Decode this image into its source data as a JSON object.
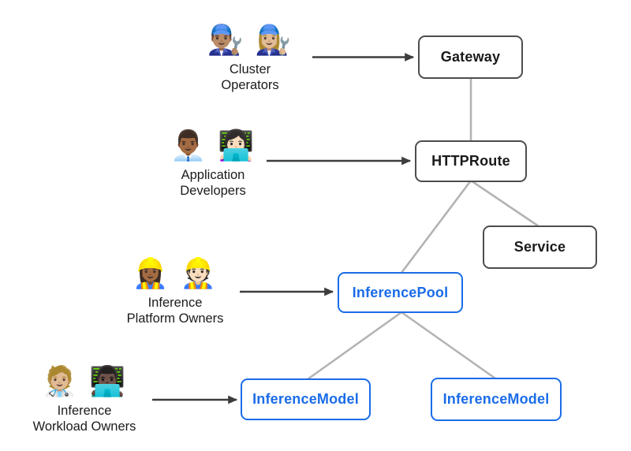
{
  "colors": {
    "accent_blue": "#1a6ce8",
    "node_border_dark": "#4d4d4d",
    "node_text_dark": "#1a1a1a",
    "connector_gray": "#b3b3b3",
    "arrow_black": "#3d3d3d",
    "persona_text": "#1b1b1b",
    "background": "#ffffff"
  },
  "personas": [
    {
      "id": "cluster-operators",
      "emoji": "👨🏽‍🔧 👩🏼‍🔧",
      "lines": [
        "Cluster",
        "Operators"
      ]
    },
    {
      "id": "application-developers",
      "emoji": "👨🏾‍💼 👩🏻‍💻",
      "lines": [
        "Application",
        "Developers"
      ]
    },
    {
      "id": "inference-platform-owners",
      "emoji": "👷🏾‍♀️ 👷🏻",
      "lines": [
        "Inference",
        "Platform Owners"
      ]
    },
    {
      "id": "inference-workload-owners",
      "emoji": "🧑🏼‍⚕️ 👨🏿‍💻",
      "lines": [
        "Inference",
        "Workload Owners"
      ]
    }
  ],
  "nodes": [
    {
      "id": "gateway",
      "label": "Gateway",
      "style": "dark"
    },
    {
      "id": "httproute",
      "label": "HTTPRoute",
      "style": "dark"
    },
    {
      "id": "service",
      "label": "Service",
      "style": "dark"
    },
    {
      "id": "inferencepool",
      "label": "InferencePool",
      "style": "blue"
    },
    {
      "id": "inferencemodel-left",
      "label": "InferenceModel",
      "style": "blue"
    },
    {
      "id": "inferencemodel-right",
      "label": "InferenceModel",
      "style": "blue"
    }
  ],
  "edges": [
    {
      "from": "gateway",
      "to": "httproute"
    },
    {
      "from": "httproute",
      "to": "service"
    },
    {
      "from": "httproute",
      "to": "inferencepool"
    },
    {
      "from": "inferencepool",
      "to": "inferencemodel-left"
    },
    {
      "from": "inferencepool",
      "to": "inferencemodel-right"
    }
  ],
  "actor_arrows": [
    {
      "from": "cluster-operators",
      "to": "gateway"
    },
    {
      "from": "application-developers",
      "to": "httproute"
    },
    {
      "from": "inference-platform-owners",
      "to": "inferencepool"
    },
    {
      "from": "inference-workload-owners",
      "to": "inferencemodel-left"
    }
  ]
}
